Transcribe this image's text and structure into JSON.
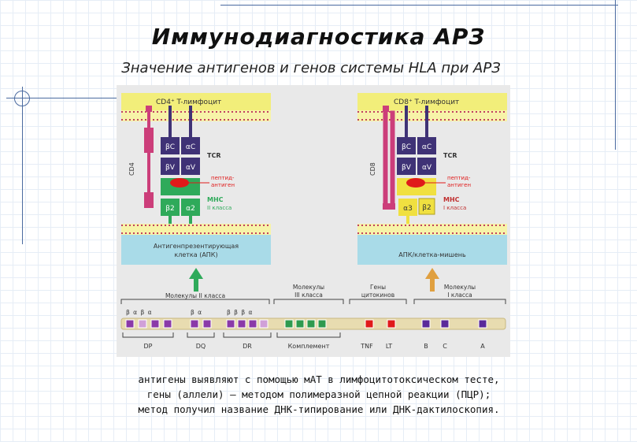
{
  "title": "Иммунодиагностика АРЗ",
  "subtitle": "Значение антигенов и генов системы HLA при АРЗ",
  "left_panel": {
    "cell_label": "CD4⁺ T-лимфоцит",
    "coreceptor": "CD4",
    "tcr_label": "TCR",
    "peptide_label_1": "пептид-",
    "peptide_label_2": "антиген",
    "mhc_label_1": "MHC",
    "mhc_label_2": "II класса",
    "apc_label_1": "Антигенпрезентирующая",
    "apc_label_2": "клетка (АПК)",
    "blocks": [
      "βC",
      "αC",
      "βV",
      "αV",
      "β2",
      "α2"
    ]
  },
  "right_panel": {
    "cell_label": "CD8⁺ T-лимфоцит",
    "coreceptor": "CD8",
    "tcr_label": "TCR",
    "peptide_label_1": "пептид-",
    "peptide_label_2": "антиген",
    "mhc_label_1": "MHC",
    "mhc_label_2": "I класса",
    "apc_label": "АПК/клетка-мишень",
    "blocks": [
      "βC",
      "αC",
      "βV",
      "αV",
      "α3",
      "β2"
    ]
  },
  "gene_map": {
    "group_class2": "Молекулы II класса",
    "group_class3_1": "Молекулы",
    "group_class3_2": "III класса",
    "group_cytokines_1": "Гены",
    "group_cytokines_2": "цитокинов",
    "group_class1_1": "Молекулы",
    "group_class1_2": "I класса",
    "greek_dp": "β α β α",
    "greek_dq": "β α",
    "greek_dr": "β β β α",
    "labels": [
      "DP",
      "DQ",
      "DR",
      "Комплемент",
      "TNF",
      "LT",
      "B",
      "C",
      "A"
    ]
  },
  "caption": [
    "антигены выявляют с помощью мАТ в лимфоцитотоксическом тесте,",
    "гены (аллели) – методом полимеразной цепной реакции (ПЦР);",
    "метод получил название ДНК-типирование или ДНК-дактилоскопия."
  ],
  "colors": {
    "membrane_yellow": "#f2ee7a",
    "apc_blue": "#a9dbe8",
    "tcr_purple": "#3f3276",
    "mhc2_green": "#2faa5a",
    "mhc1_yellow": "#f0e040",
    "cd4_magenta": "#cc3e7a",
    "peptide_red": "#e01a1a",
    "dp_purple": "#8a3aa8",
    "complement_green": "#2f9a4e",
    "cytokine_red": "#e01a1a",
    "class1_purple": "#5a2a9a"
  }
}
